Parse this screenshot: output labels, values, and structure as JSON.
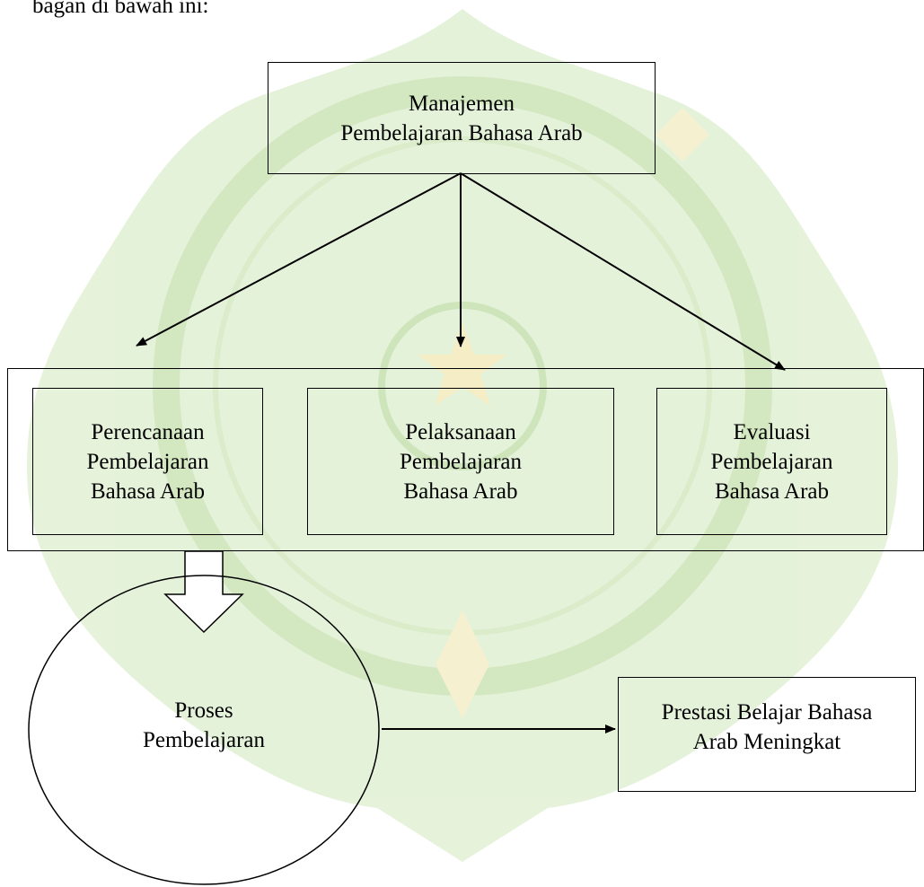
{
  "intro_text": "bagan di bawah ini:",
  "nodes": {
    "root": "Manajemen\nPembelajaran Bahasa Arab",
    "planning": "Perencanaan\nPembelajaran\nBahasa Arab",
    "implementation": "Pelaksanaan\nPembelajaran\nBahasa Arab",
    "evaluation": "Evaluasi\nPembelajaran\nBahasa Arab",
    "process": "Proses\nPembelajaran",
    "outcome": "Prestasi Belajar Bahasa\nArab Meningkat"
  },
  "colors": {
    "watermark_green": "#d8ecc8",
    "watermark_yellow": "#f7f0c8",
    "stroke": "#000000"
  }
}
